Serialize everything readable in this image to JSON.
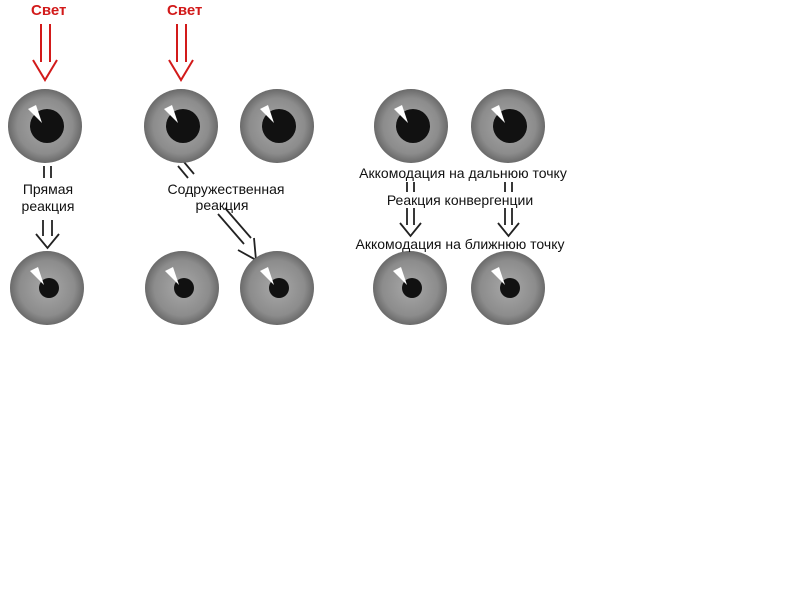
{
  "light_label": "Свет",
  "direct": {
    "line1": "Прямая",
    "line2": "реакция"
  },
  "consensual": {
    "line1": "Содружественная",
    "line2": "реакция"
  },
  "accommodation": {
    "far": "Аккомодация на дальнюю точку",
    "convergence": "Реакция конвергенции",
    "near": "Аккомодация на ближнюю точку"
  },
  "colors": {
    "light_arrow": "#d21a1a",
    "iris": "#8c8c8c",
    "pupil": "#111111",
    "arrow_outline": "#222222"
  },
  "eyes": [
    {
      "id": "eye-direct-before",
      "pupil": "large"
    },
    {
      "id": "eye-direct-after",
      "pupil": "small"
    },
    {
      "id": "eye-consensual-left-before",
      "pupil": "large"
    },
    {
      "id": "eye-consensual-right-before",
      "pupil": "large"
    },
    {
      "id": "eye-consensual-left-after",
      "pupil": "small"
    },
    {
      "id": "eye-consensual-right-after",
      "pupil": "small"
    },
    {
      "id": "eye-accom-left-far",
      "pupil": "large"
    },
    {
      "id": "eye-accom-right-far",
      "pupil": "large"
    },
    {
      "id": "eye-accom-left-near",
      "pupil": "small"
    },
    {
      "id": "eye-accom-right-near",
      "pupil": "small"
    }
  ]
}
